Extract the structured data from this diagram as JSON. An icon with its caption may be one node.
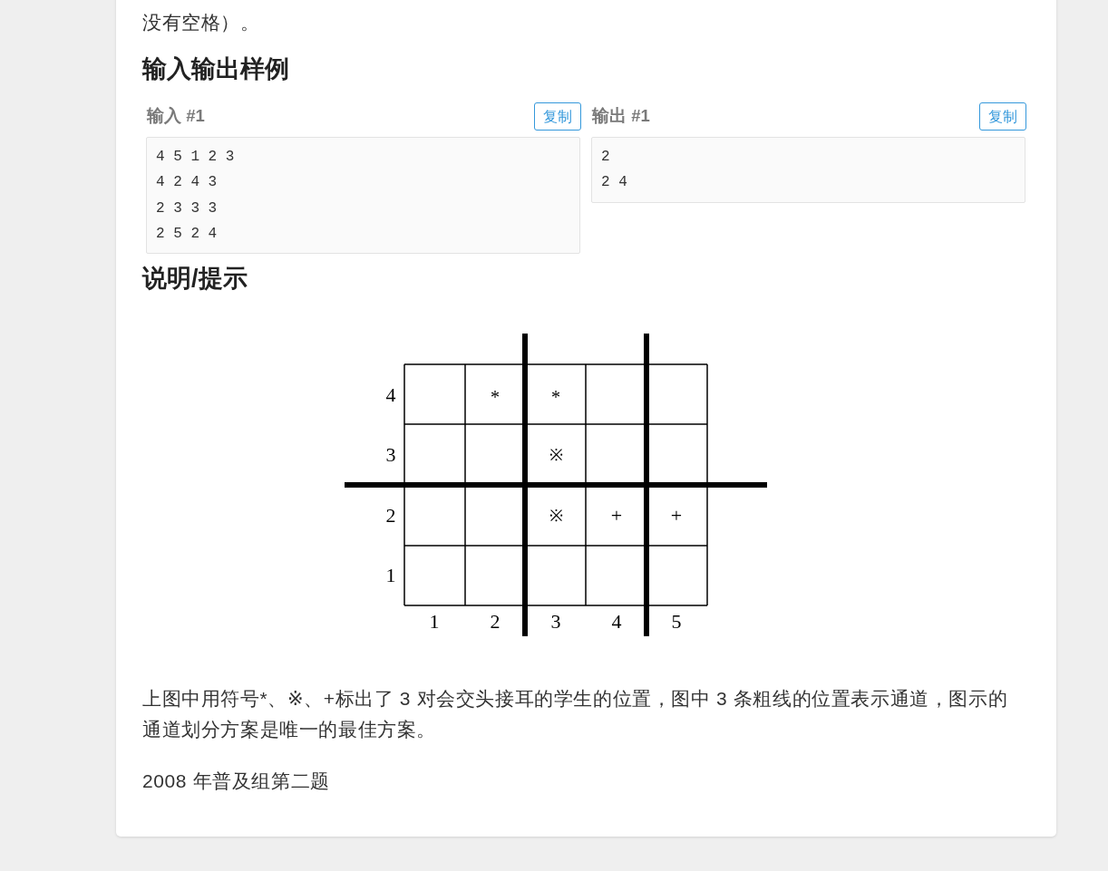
{
  "diagram": {
    "nodes": [
      {
        "text": [
          "输入 #1",
          "4 5 1 2 3",
          "4 2 4 3",
          "2 3 3 3",
          "2 5 2 4"
        ]
      },
      {
        "text": [
          "复制"
        ]
      },
      {
        "text": [
          "输出 #1",
          "2",
          "2 4"
        ]
      },
      {
        "text": [
          "复制"
        ]
      }
    ],
    "labels": [
      "没有空格）。",
      "输入输出样例",
      "说明/提示",
      "4",
      "*",
      "*",
      "3",
      "※",
      "2",
      "※",
      "+",
      "+",
      "1",
      "1",
      "2",
      "3",
      "4",
      "5",
      "上图中用符号*、※、+标出了 3 对会交头接耳的学生的位置，图中 3 条粗线的位置表示通道，图示的通道划分方案是唯一的最佳方案。",
      "2008 年普及组第二题"
    ]
  }
}
